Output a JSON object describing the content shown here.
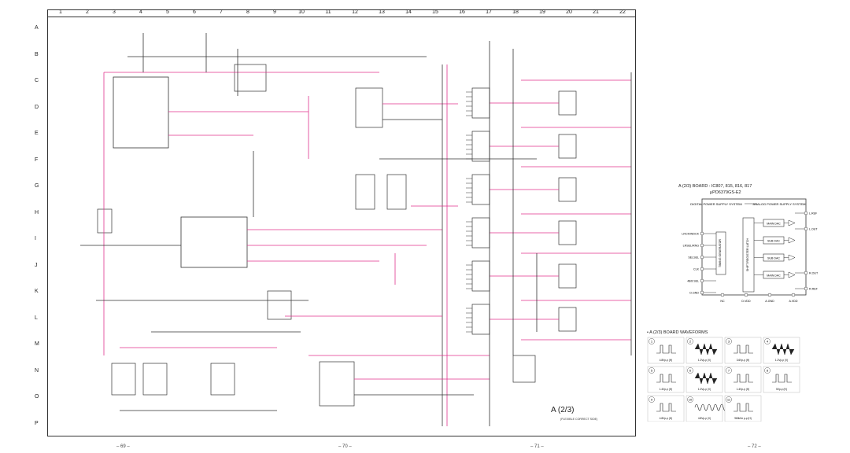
{
  "columns": [
    "1",
    "2",
    "3",
    "4",
    "5",
    "6",
    "7",
    "8",
    "9",
    "10",
    "11",
    "12",
    "13",
    "14",
    "15",
    "16",
    "17",
    "18",
    "19",
    "20",
    "21",
    "22"
  ],
  "rows": [
    "A",
    "B",
    "C",
    "D",
    "E",
    "F",
    "G",
    "H",
    "I",
    "J",
    "K",
    "L",
    "M",
    "N",
    "O",
    "P"
  ],
  "page_numbers": [
    "– 69 –",
    "– 70 –",
    "– 71 –",
    "– 72 –"
  ],
  "block_diagram": {
    "title_line1": "A (2/3) BOARD : IC807, 815, 816, 817",
    "title_line2": "μPD6379GS-E2",
    "digital_power": "DIGITAL POWER SUPPLY SYSTEM",
    "analog_power": "ANALOG POWER SUPPLY SYSTEM",
    "timing": "TIMING GENERATOR",
    "shift": "SHIFT REGISTER LATCH",
    "dacs": [
      "MAIN DAC",
      "SUB DAC",
      "SUB DAC",
      "MAIN DAC"
    ],
    "left_pins": [
      "LRCK/WDCK",
      "LRSEL/RNG",
      "SELSEL",
      "CLK",
      "48/8 SEL",
      "D.GND"
    ],
    "right_pins": [
      "L.REF",
      "L.OUT",
      "R.OUT",
      "R.REF"
    ],
    "bottom_pins": [
      "NC",
      "D.VDD",
      "A.GND",
      "A.VDD"
    ]
  },
  "waveforms": {
    "title": "• A (2/3) BOARD WAVEFORMS",
    "items": [
      {
        "n": "1",
        "label": "4.8Vp-p (H)"
      },
      {
        "n": "2",
        "label": "1.2Vp-p (V)"
      },
      {
        "n": "3",
        "label": "3.6Vp-p (H)"
      },
      {
        "n": "4",
        "label": "1.2Vp-p (V)"
      },
      {
        "n": "5",
        "label": "1.4Vp-p (H)"
      },
      {
        "n": "6",
        "label": "1.0Vp-p (V)"
      },
      {
        "n": "7",
        "label": "1.4Vp-p (H)"
      },
      {
        "n": "8",
        "label": "5Vp-p (H)"
      },
      {
        "n": "9",
        "label": "4.8Vp-p (H)"
      },
      {
        "n": "10",
        "label": "4.8Vp-p (V)"
      },
      {
        "n": "11",
        "label": "960kHz p-p (H)"
      }
    ]
  },
  "board_title": "A (2/3)",
  "board_subtitle": "(FLEXIBLE CORRECT SIDE)",
  "colors": {
    "pink": "#e0338e",
    "dark": "#333333",
    "grey": "#888888"
  }
}
